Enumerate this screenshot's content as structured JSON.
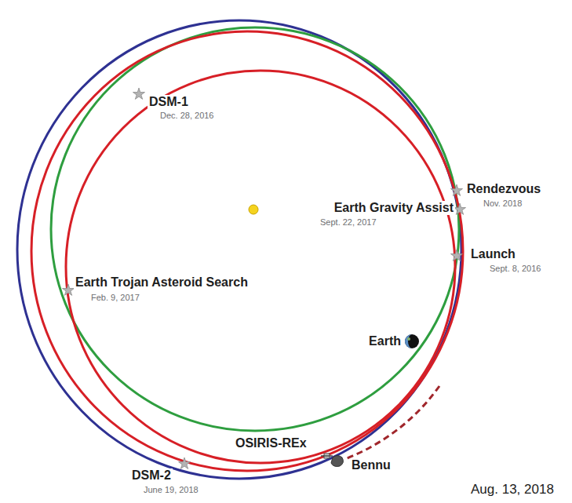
{
  "diagram": {
    "labels": [
      "DSM-1",
      "Dec. 28, 2016",
      "Rendezvous",
      "Nov. 2018",
      "Earth Gravity Assist",
      "Sept. 22, 2017",
      "Launch",
      "Sept. 8, 2016",
      "Earth Trojan Asteroid Search",
      "Feb. 9, 2017",
      "Earth",
      "OSIRIS-REx",
      "Bennu",
      "DSM-2",
      "June 19, 2018",
      "Aug. 13, 2018"
    ]
  }
}
